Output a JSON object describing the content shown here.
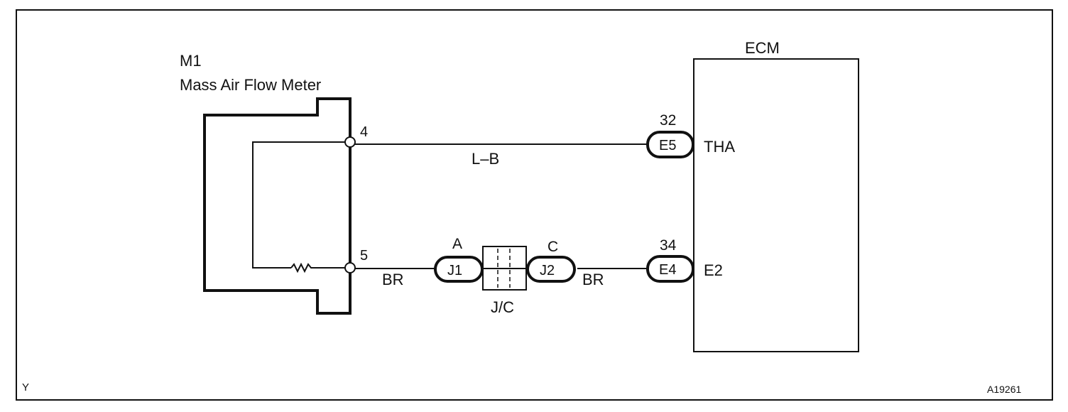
{
  "component": {
    "id": "M1",
    "name": "Mass Air Flow Meter",
    "pins": {
      "top": "4",
      "bottom": "5"
    }
  },
  "ecm": {
    "title": "ECM",
    "pins": [
      {
        "number": "32",
        "connector": "E5",
        "signal": "THA"
      },
      {
        "number": "34",
        "connector": "E4",
        "signal": "E2"
      }
    ]
  },
  "wires": {
    "upper": "L–B",
    "lower_left": "BR",
    "lower_right": "BR"
  },
  "junction": {
    "label": "J/C",
    "left_pin": "A",
    "left_connector": "J1",
    "right_pin": "C",
    "right_connector": "J2"
  },
  "corner": {
    "left": "Y",
    "right": "A19261"
  }
}
